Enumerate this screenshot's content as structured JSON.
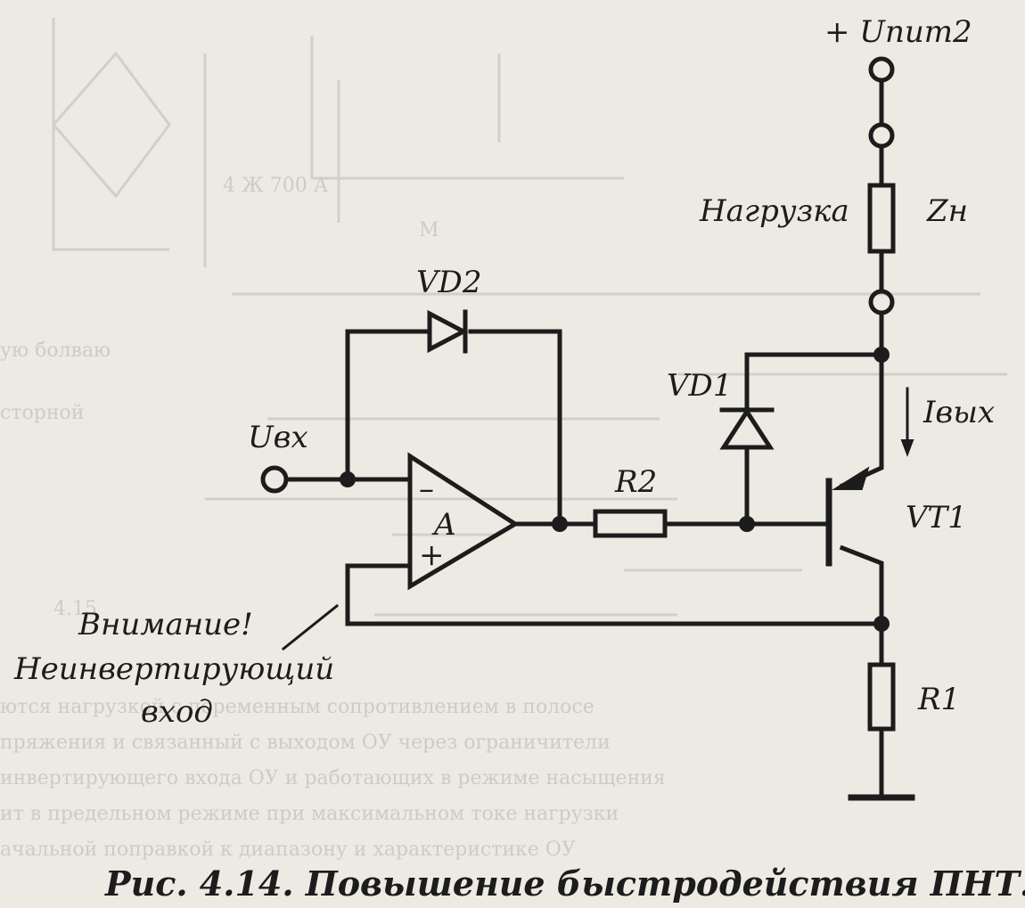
{
  "diagram": {
    "labels": {
      "supply": "+ Uпит2",
      "load": "Нагрузка",
      "zload": "Zн",
      "vd2": "VD2",
      "vd1": "VD1",
      "iout": "Iвых",
      "uin": "Uвх",
      "r2": "R2",
      "opamp": "A",
      "minus": "–",
      "plus": "+",
      "vt1": "VT1",
      "r1": "R1",
      "note_line1": "Внимание!",
      "note_line2": "Неинвертирующий",
      "note_line3": "вход"
    },
    "caption": "Рис.  4.14.  Повышение  быстродействия  ПНТ."
  }
}
